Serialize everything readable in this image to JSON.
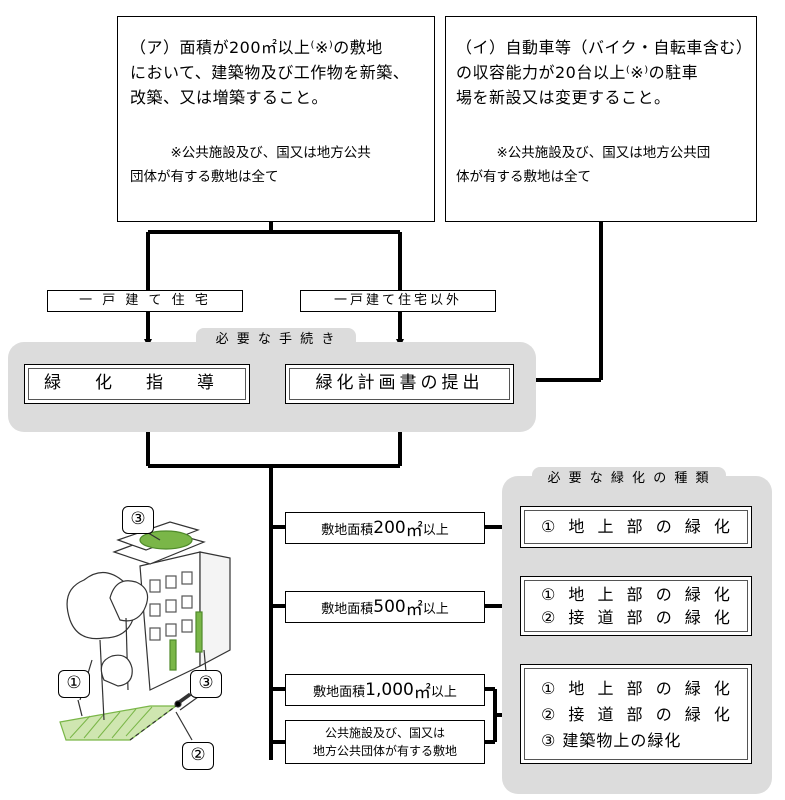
{
  "condition_a": {
    "text": "（ア）面積が200㎡以上⁽※⁾の敷地\nにおいて、建築物及び工作物を新築、\n改築、又は増築すること。",
    "note": "　　　※公共施設及び、国又は地方公共\n団体が有する敷地は全て"
  },
  "condition_i": {
    "text": "（イ）自動車等（バイク・自転車含む）\nの収容能力が20台以上⁽※⁾の駐車\n場を新設又は変更すること。",
    "note": "　　　※公共施設及び、国又は地方公共団\n体が有する敷地は全て"
  },
  "branch_labels": {
    "single_house": "一 戸 建 て 住 宅",
    "other_than_house": "一戸建て住宅以外"
  },
  "procedures": {
    "header": "必 要 な 手 続 き",
    "guidance": "緑化指導",
    "plan_submission": "緑化計画書の提出"
  },
  "greening_types": {
    "header": "必 要 な 緑 化 の 種 類",
    "groups": [
      {
        "lines": [
          "① 地 上 部 の 緑 化"
        ]
      },
      {
        "lines": [
          "① 地 上 部 の 緑 化",
          "② 接 道 部 の 緑 化"
        ]
      },
      {
        "lines": [
          "① 地 上 部 の 緑 化",
          "② 接 道 部 の 緑 化",
          "③ 建築物上の緑化"
        ]
      }
    ]
  },
  "site_area": {
    "pre": "敷地面積",
    "post": "以上",
    "thresholds": [
      "200",
      "500",
      "1,000"
    ],
    "unit": "㎡"
  },
  "public_facilities": "公共施設及び、国又は\n地方公共団体が有する敷地",
  "illustration_markers": [
    "①",
    "②",
    "③",
    "③"
  ],
  "colors": {
    "panel_gray": "#dcdcdc",
    "green": "#7ab648"
  }
}
